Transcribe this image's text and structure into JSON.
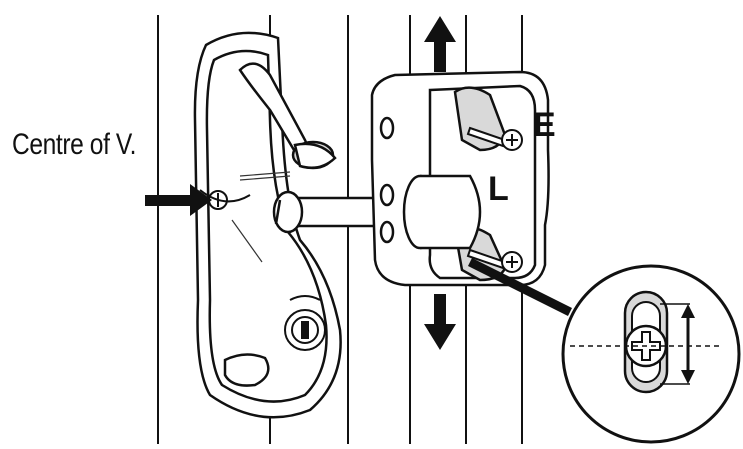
{
  "labels": {
    "centre_of_v": "Centre of V.",
    "e": "E",
    "l": "L"
  },
  "colors": {
    "line": "#111111",
    "fill": "#ffffff",
    "shade": "#d9d9d9",
    "arrow": "#111111"
  },
  "icons": [
    "up-arrow-icon",
    "down-arrow-icon",
    "pointer-arrow-icon",
    "screw-icon",
    "keyhole-icon",
    "magnifier-circle-icon",
    "double-arrow-icon"
  ]
}
